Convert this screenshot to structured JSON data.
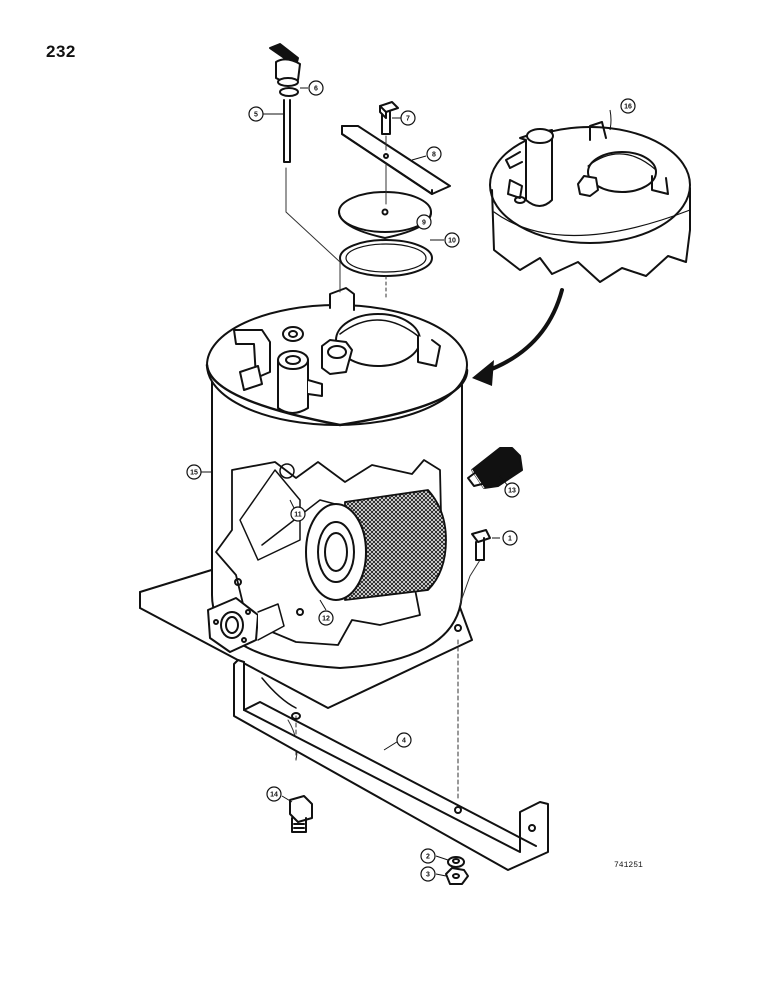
{
  "page": {
    "number": "232",
    "drawing_code": "741251"
  },
  "callouts": [
    {
      "id": "c1",
      "label": "1"
    },
    {
      "id": "c2",
      "label": "2"
    },
    {
      "id": "c3",
      "label": "3"
    },
    {
      "id": "c4",
      "label": "4"
    },
    {
      "id": "c5",
      "label": "5"
    },
    {
      "id": "c6",
      "label": "6"
    },
    {
      "id": "c7",
      "label": "7"
    },
    {
      "id": "c8",
      "label": "8"
    },
    {
      "id": "c9",
      "label": "9"
    },
    {
      "id": "c10",
      "label": "10"
    },
    {
      "id": "c11",
      "label": "11"
    },
    {
      "id": "c12",
      "label": "12"
    },
    {
      "id": "c13",
      "label": "13"
    },
    {
      "id": "c14",
      "label": "14"
    },
    {
      "id": "c15",
      "label": "15"
    },
    {
      "id": "c16",
      "label": "16"
    }
  ],
  "colors": {
    "ink": "#111111",
    "paper": "#ffffff",
    "filter_mesh": "#2a2a2a"
  }
}
